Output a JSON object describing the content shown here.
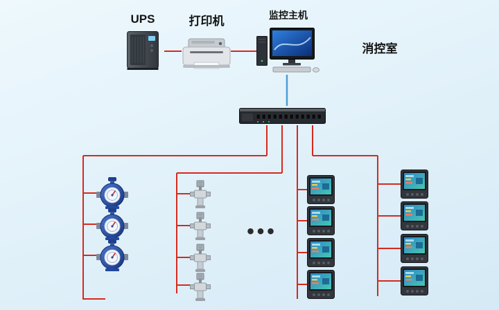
{
  "labels": {
    "ups": "UPS",
    "printer": "打印机",
    "host": "监控主机",
    "room": "消控室",
    "ellipsis": "•••"
  },
  "colors": {
    "line_red": "#d42a1e",
    "line_blue": "#4aa0d5",
    "background_top": "#eef8fd",
    "background_bottom": "#d5eaf6"
  },
  "devices": {
    "top_row": [
      "ups-tower",
      "laser-printer",
      "monitoring-workstation"
    ],
    "collector": "data-collector-switch",
    "left_branch": {
      "type": "water-meter",
      "count": 3
    },
    "middle_branch": {
      "type": "valve-sensor",
      "count": 4
    },
    "right_branch_a": {
      "type": "power-meter",
      "count": 4
    },
    "right_branch_b": {
      "type": "power-meter",
      "count": 4
    }
  }
}
